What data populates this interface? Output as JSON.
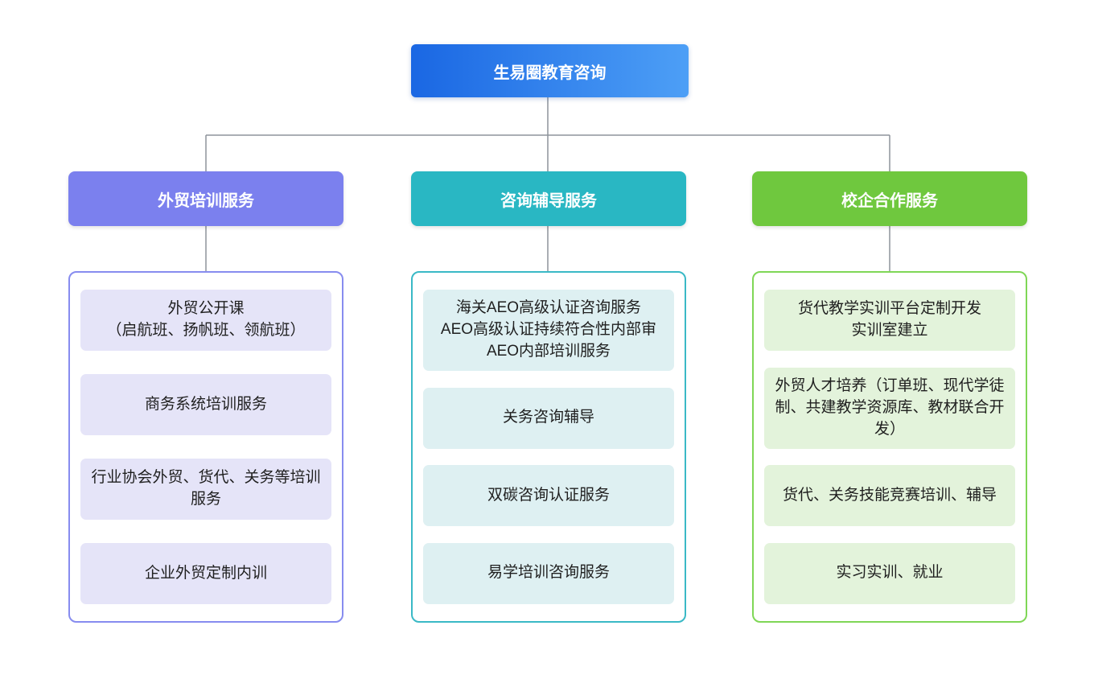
{
  "root": {
    "label": "生易圈教育咨询"
  },
  "branches": [
    {
      "header": "外贸培训服务",
      "header_color": "#7b80ee",
      "panel_border_color": "#878cef",
      "item_bg_color": "#e5e4f8",
      "items": [
        {
          "lines": [
            "外贸公开课",
            "（启航班、扬帆班、领航班）"
          ]
        },
        {
          "lines": [
            "商务系统培训服务"
          ]
        },
        {
          "lines": [
            "行业协会外贸、货代、关务等培训服务"
          ]
        },
        {
          "lines": [
            "企业外贸定制内训"
          ]
        }
      ]
    },
    {
      "header": "咨询辅导服务",
      "header_color": "#29b7c3",
      "panel_border_color": "#3ab9c6",
      "item_bg_color": "#def0f2",
      "items": [
        {
          "lines": [
            "海关AEO高级认证咨询服务",
            "AEO高级认证持续符合性内部审",
            "AEO内部培训服务"
          ]
        },
        {
          "lines": [
            "关务咨询辅导"
          ]
        },
        {
          "lines": [
            "双碳咨询认证服务"
          ]
        },
        {
          "lines": [
            "易学培训咨询服务"
          ]
        }
      ]
    },
    {
      "header": "校企合作服务",
      "header_color": "#6fc83e",
      "panel_border_color": "#7fd756",
      "item_bg_color": "#e3f3db",
      "items": [
        {
          "lines": [
            "货代教学实训平台定制开发",
            "实训室建立"
          ]
        },
        {
          "lines": [
            "外贸人才培养（订单班、现代学徒制、共建教学资源库、教材联合开发）"
          ]
        },
        {
          "lines": [
            "货代、关务技能竞赛培训、辅导"
          ]
        },
        {
          "lines": [
            "实习实训、就业"
          ]
        }
      ]
    }
  ],
  "colors": {
    "background": "#ffffff",
    "connector_line": "#8d939b",
    "root_gradient_start": "#1a67e3",
    "root_gradient_end": "#4d9ff6",
    "item_text": "#1f1f1f",
    "node_text": "#ffffff"
  }
}
